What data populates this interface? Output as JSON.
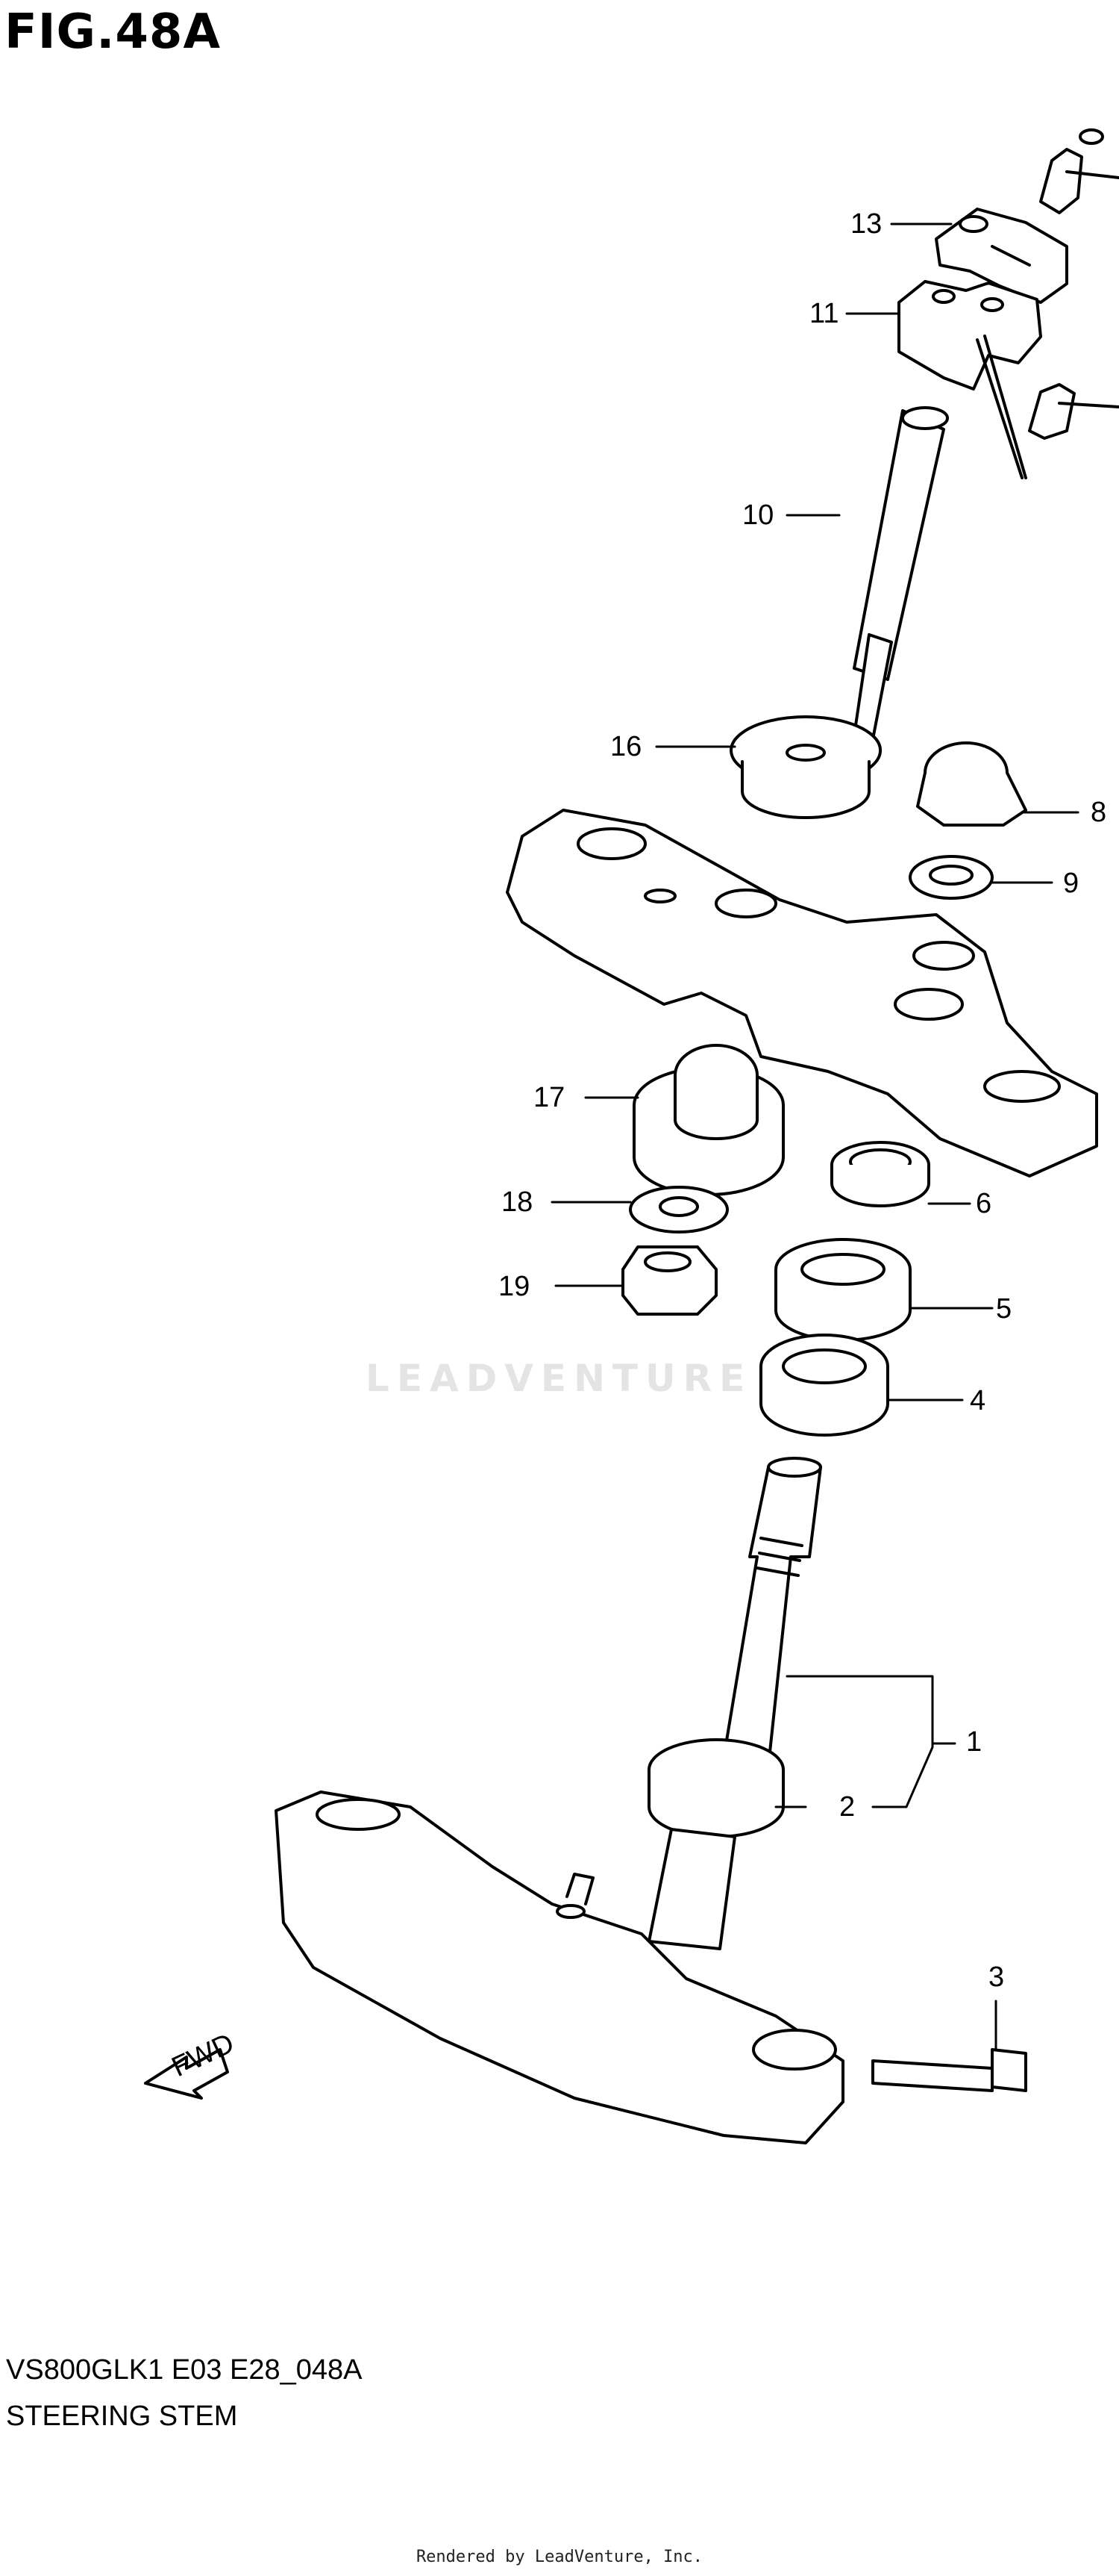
{
  "figure": {
    "title": "FIG.48A",
    "model_code": "VS800GLK1 E03 E28_048A",
    "section_title": "STEERING STEM",
    "footer": "Rendered by LeadVenture, Inc.",
    "watermark": "LEADVENTURE",
    "fwd_label": "FWD"
  },
  "callouts": [
    "1",
    "2",
    "3",
    "4",
    "5",
    "6",
    "8",
    "9",
    "10",
    "11",
    "13",
    "16",
    "17",
    "18",
    "19"
  ],
  "colors": {
    "line": "#000000",
    "watermark": "#e4e4e4",
    "background": "#ffffff"
  }
}
